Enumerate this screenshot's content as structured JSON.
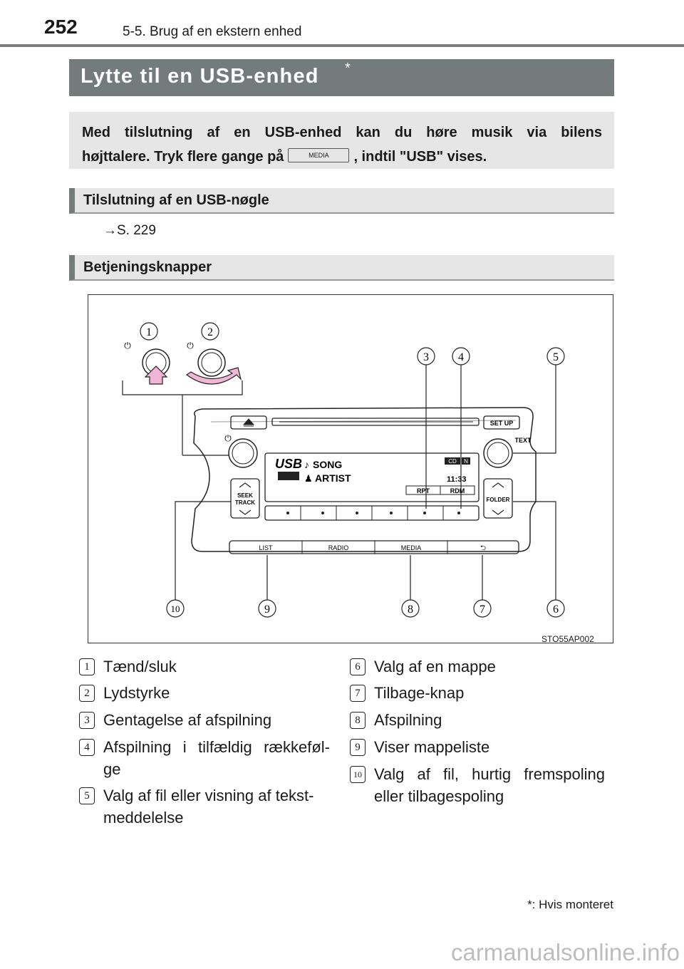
{
  "header": {
    "page_number": "252",
    "section": "5-5. Brug af en ekstern enhed"
  },
  "title": {
    "text": "Lytte til en USB-enhed",
    "mark": "*"
  },
  "intro": {
    "line1": "Med tilslutning af en USB-enhed kan du høre musik via bilens",
    "line2_before": "højttalere. Tryk flere gange på",
    "button_label": "MEDIA",
    "line2_after": ", indtil \"USB\" vises."
  },
  "subheads": {
    "connect": "Tilslutning af en USB-nøgle",
    "controls": "Betjeningsknapper"
  },
  "reference": "→S. 229",
  "figure": {
    "id": "STO55AP002",
    "callouts": [
      "1",
      "2",
      "3",
      "4",
      "5",
      "6",
      "7",
      "8",
      "9",
      "10"
    ],
    "display": {
      "source": "USB",
      "song": "SONG",
      "artist": "ARTIST",
      "cd": "CD",
      "n": "N",
      "time": "11:33",
      "rpt": "RPT",
      "rdm": "RDM"
    },
    "buttons": {
      "seek": "SEEK",
      "track": "TRACK",
      "folder": "FOLDER",
      "text": "TEXT",
      "setup": "SET UP",
      "list": "LIST",
      "radio": "RADIO",
      "media": "MEDIA",
      "back": "⮌"
    }
  },
  "legend": [
    {
      "num": "1",
      "text": "Tænd/sluk"
    },
    {
      "num": "2",
      "text": "Lydstyrke"
    },
    {
      "num": "3",
      "text": "Gentagelse af afspilning"
    },
    {
      "num": "4",
      "text": "Afspilning i tilfældig rækkeføl-",
      "text2": "ge"
    },
    {
      "num": "5",
      "text": "Valg af fil eller visning af tekst-",
      "text2": "meddelelse"
    },
    {
      "num": "6",
      "text": "Valg af en mappe"
    },
    {
      "num": "7",
      "text": "Tilbage-knap"
    },
    {
      "num": "8",
      "text": "Afspilning"
    },
    {
      "num": "9",
      "text": "Viser mappeliste"
    },
    {
      "num": "10",
      "text": "Valg af fil, hurtig fremspoling",
      "text2": "eller tilbagespoling"
    }
  ],
  "footnote": "*: Hvis monteret",
  "watermark": "carmanualsonline.info"
}
